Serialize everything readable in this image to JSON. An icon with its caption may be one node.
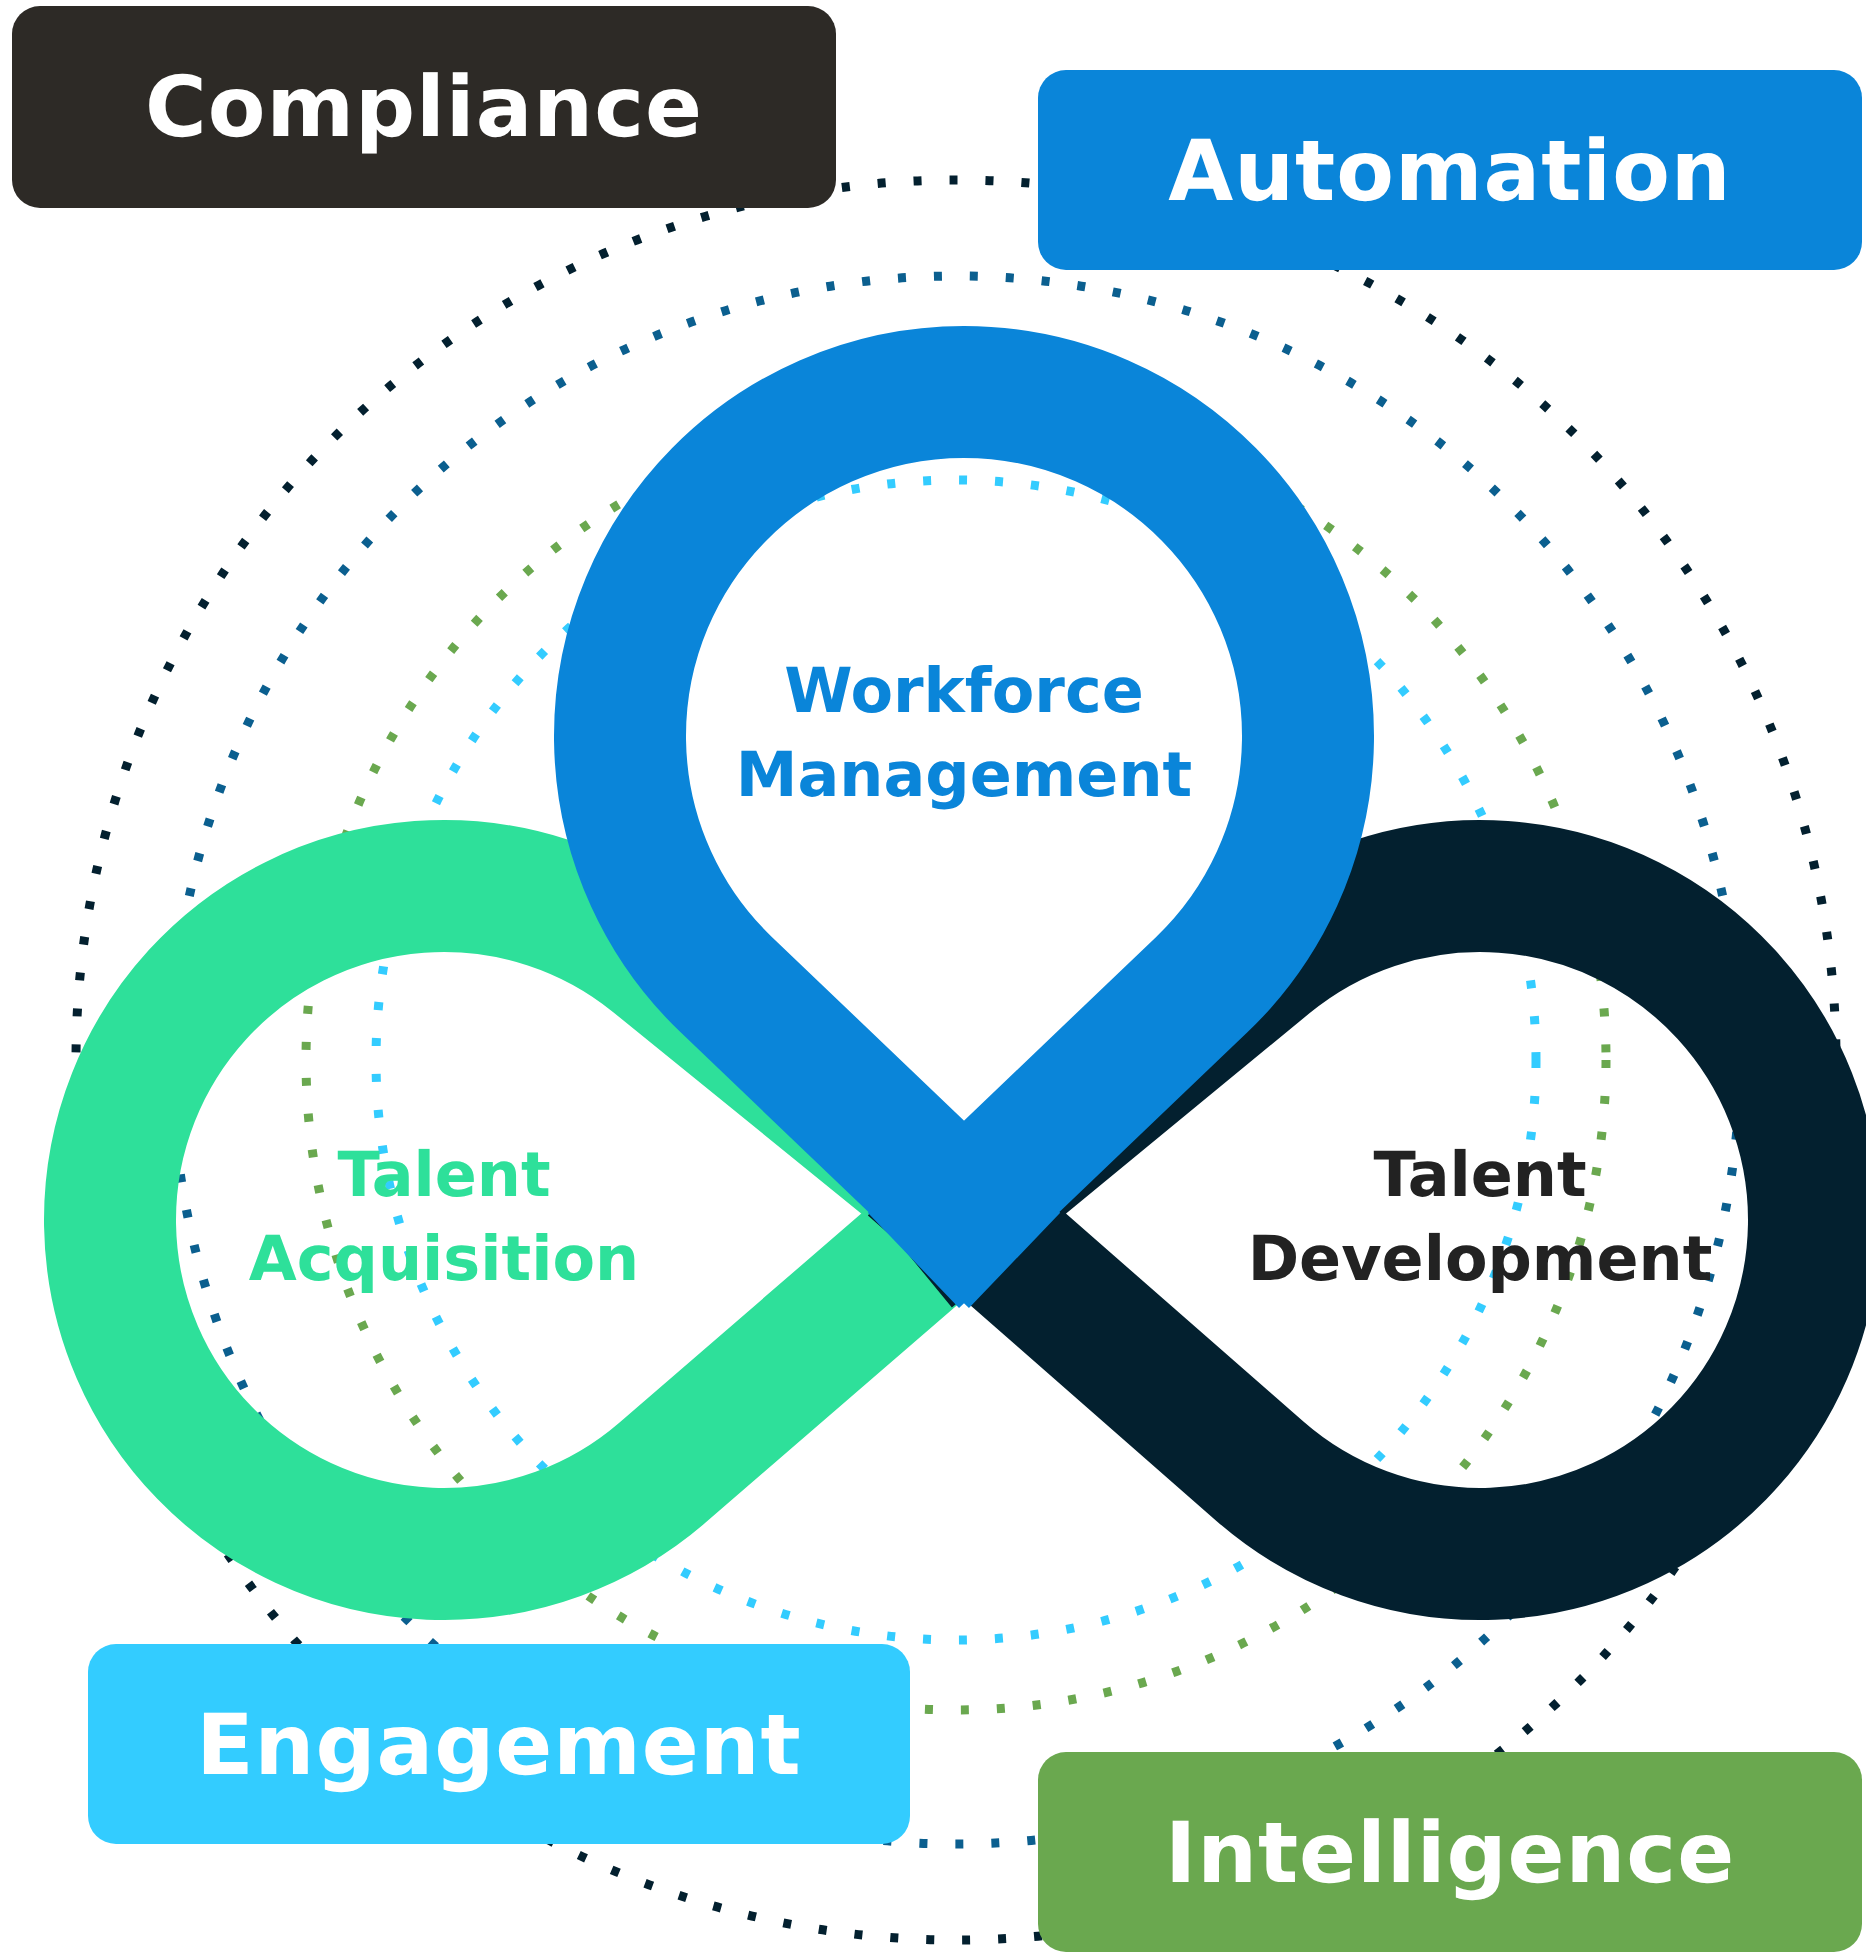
{
  "diagram": {
    "nodes": [
      {
        "text": [
          "Compliance"
        ]
      },
      {
        "text": [
          "Automation"
        ]
      },
      {
        "text": [
          "Workforce Management"
        ]
      },
      {
        "text": [
          "Talent Acquisition"
        ]
      },
      {
        "text": [
          "Talent Development"
        ]
      },
      {
        "text": [
          "Engagement"
        ]
      },
      {
        "text": [
          "Intelligence"
        ]
      }
    ]
  }
}
